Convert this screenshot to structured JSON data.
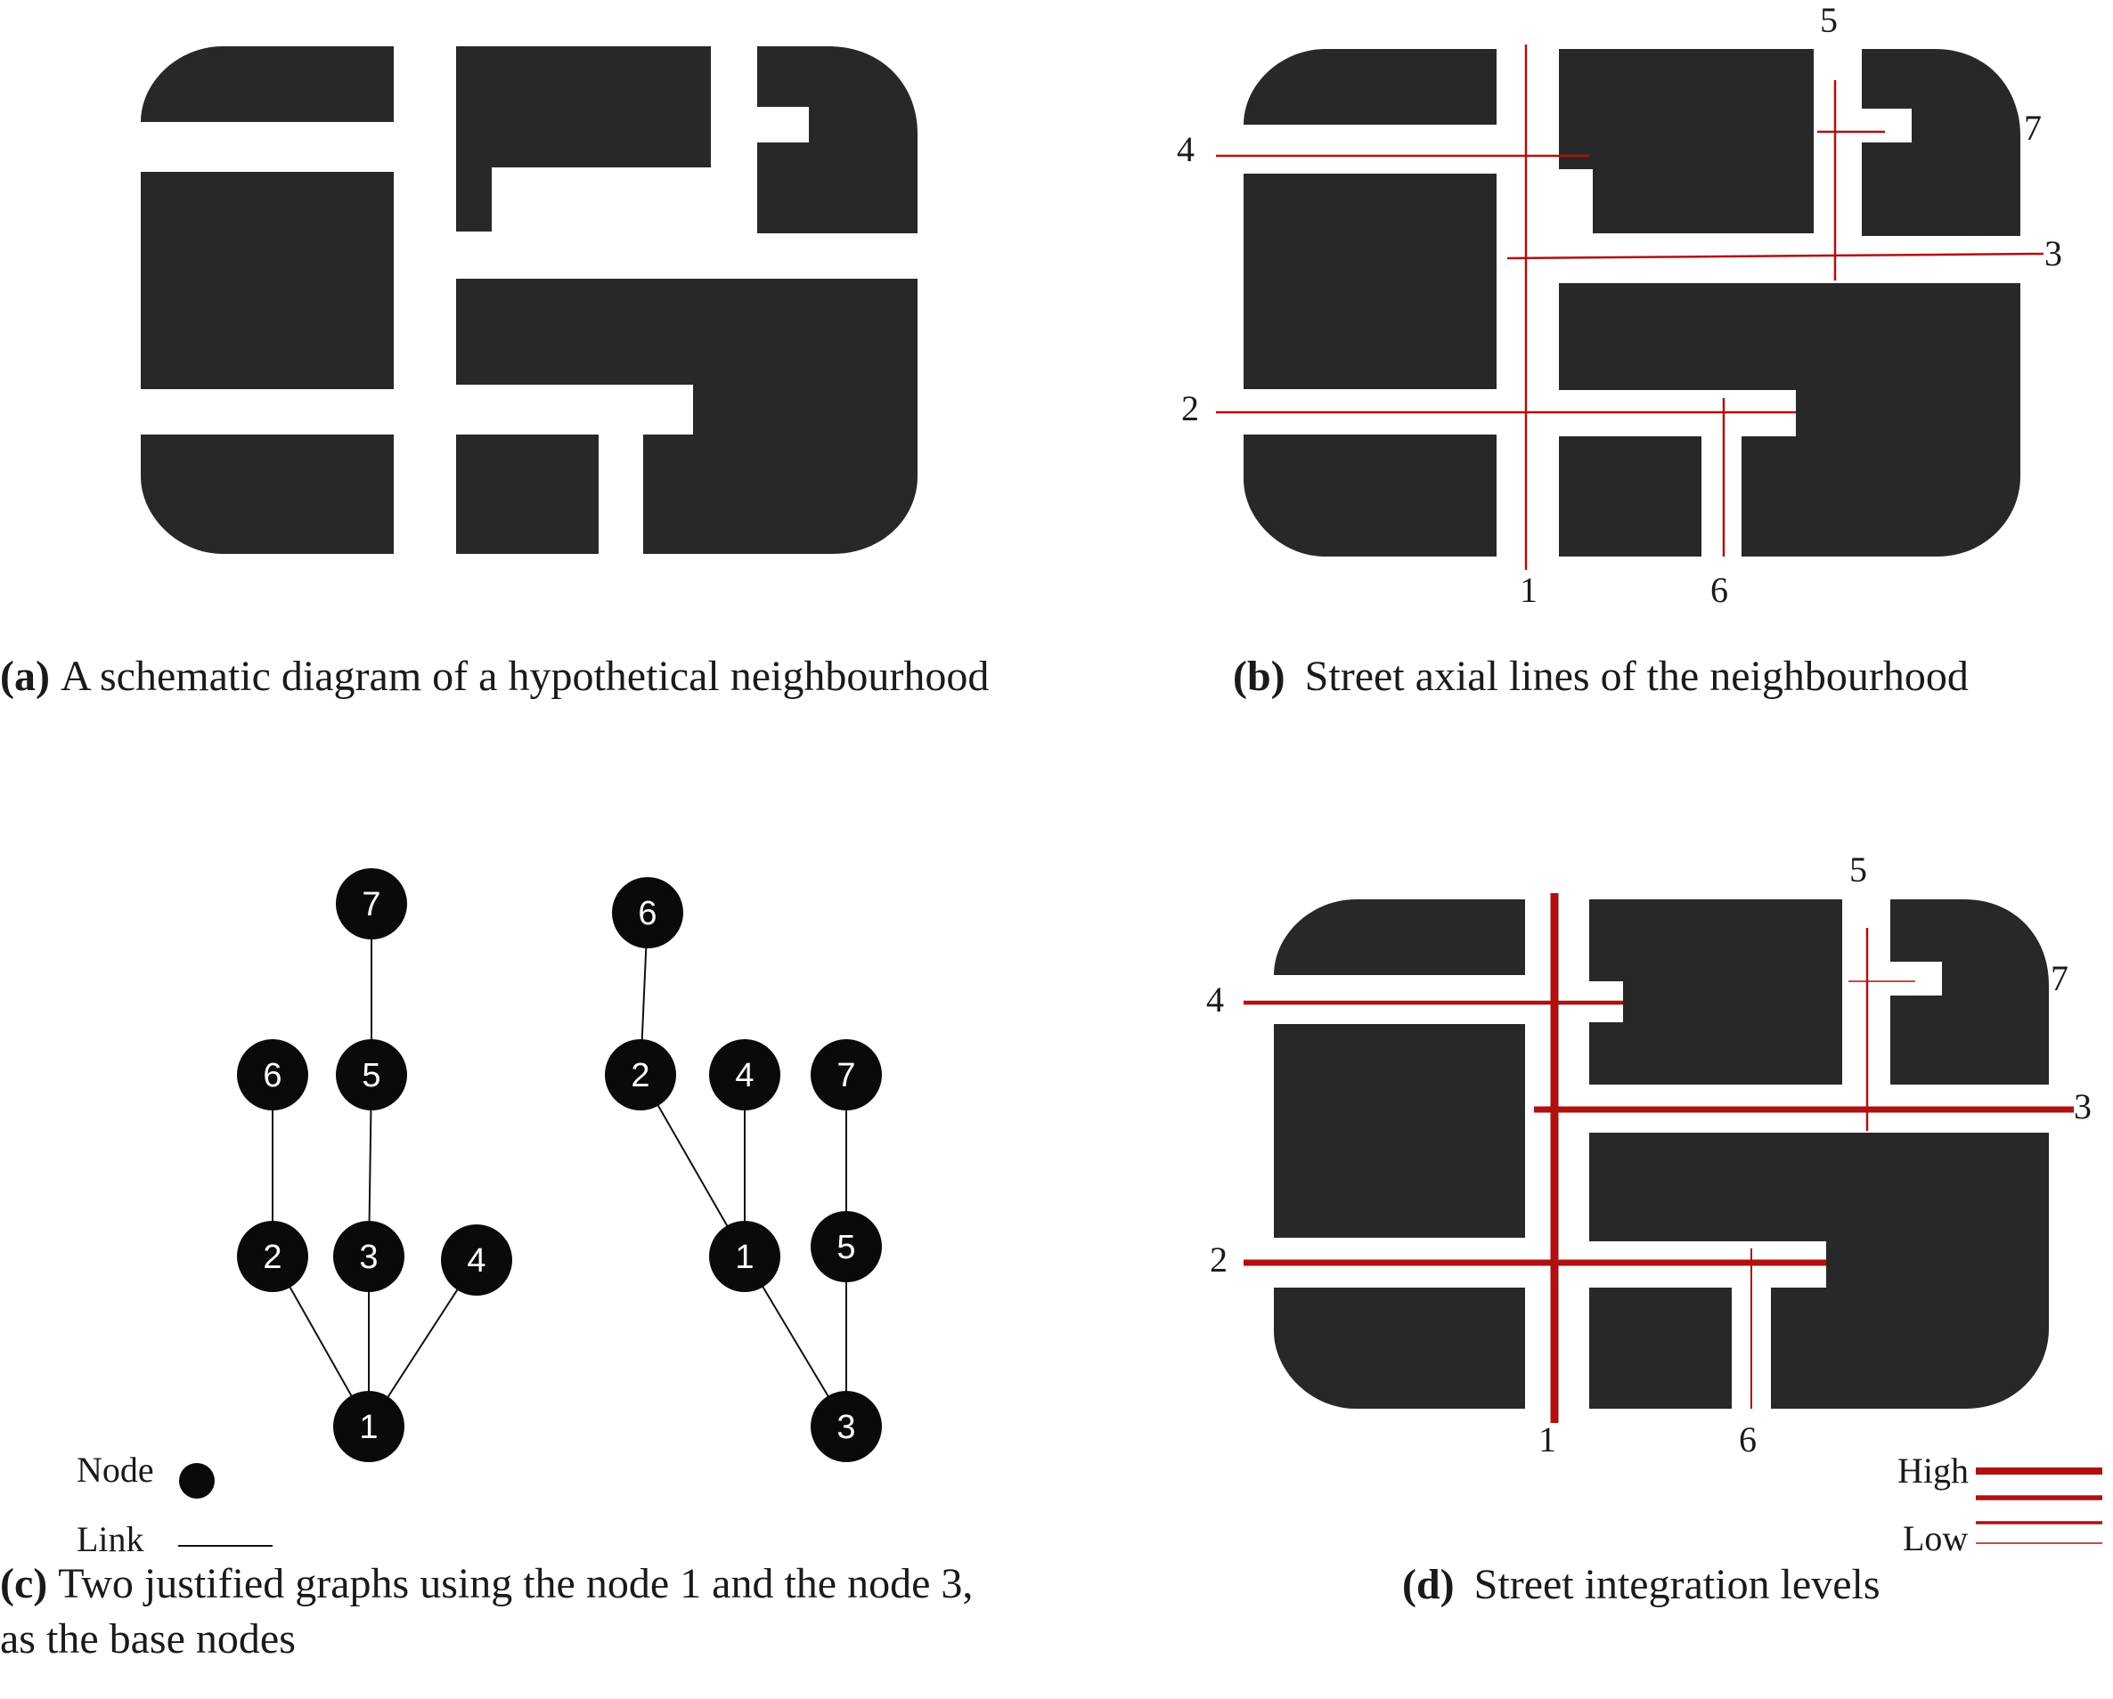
{
  "panels": {
    "a": {
      "caption_tag": "(a)",
      "caption_text": "A schematic diagram of a hypothetical neighbourhood"
    },
    "b": {
      "caption_tag": "(b)",
      "caption_text": "Street axial lines of the neighbourhood",
      "line_labels": [
        "1",
        "2",
        "3",
        "4",
        "5",
        "6",
        "7"
      ]
    },
    "c": {
      "caption_tag": "(c)",
      "caption_line1": "Two justified graphs using the node 1 and the node 3,",
      "caption_line2": "as the base nodes",
      "legend": {
        "node_label": "Node",
        "link_label": "Link"
      },
      "graph_left": {
        "nodes": [
          "1",
          "2",
          "3",
          "4",
          "5",
          "6",
          "7"
        ],
        "links": [
          [
            "1",
            "2"
          ],
          [
            "1",
            "3"
          ],
          [
            "1",
            "4"
          ],
          [
            "2",
            "6"
          ],
          [
            "3",
            "5"
          ],
          [
            "5",
            "7"
          ]
        ]
      },
      "graph_right": {
        "nodes": [
          "1",
          "2",
          "3",
          "4",
          "5",
          "6",
          "7"
        ],
        "links": [
          [
            "1",
            "2"
          ],
          [
            "1",
            "4"
          ],
          [
            "1",
            "3"
          ],
          [
            "2",
            "6"
          ],
          [
            "3",
            "5"
          ],
          [
            "5",
            "7"
          ]
        ]
      }
    },
    "d": {
      "caption_tag": "(d)",
      "caption_text": "Street integration levels",
      "line_labels": [
        "1",
        "2",
        "3",
        "4",
        "5",
        "6",
        "7"
      ],
      "legend": {
        "high_label": "High",
        "low_label": "Low"
      }
    }
  },
  "colors": {
    "block": "#282828",
    "axial_line": "#b01010",
    "node_fill": "#0a0a0a",
    "node_text": "#ffffff"
  }
}
